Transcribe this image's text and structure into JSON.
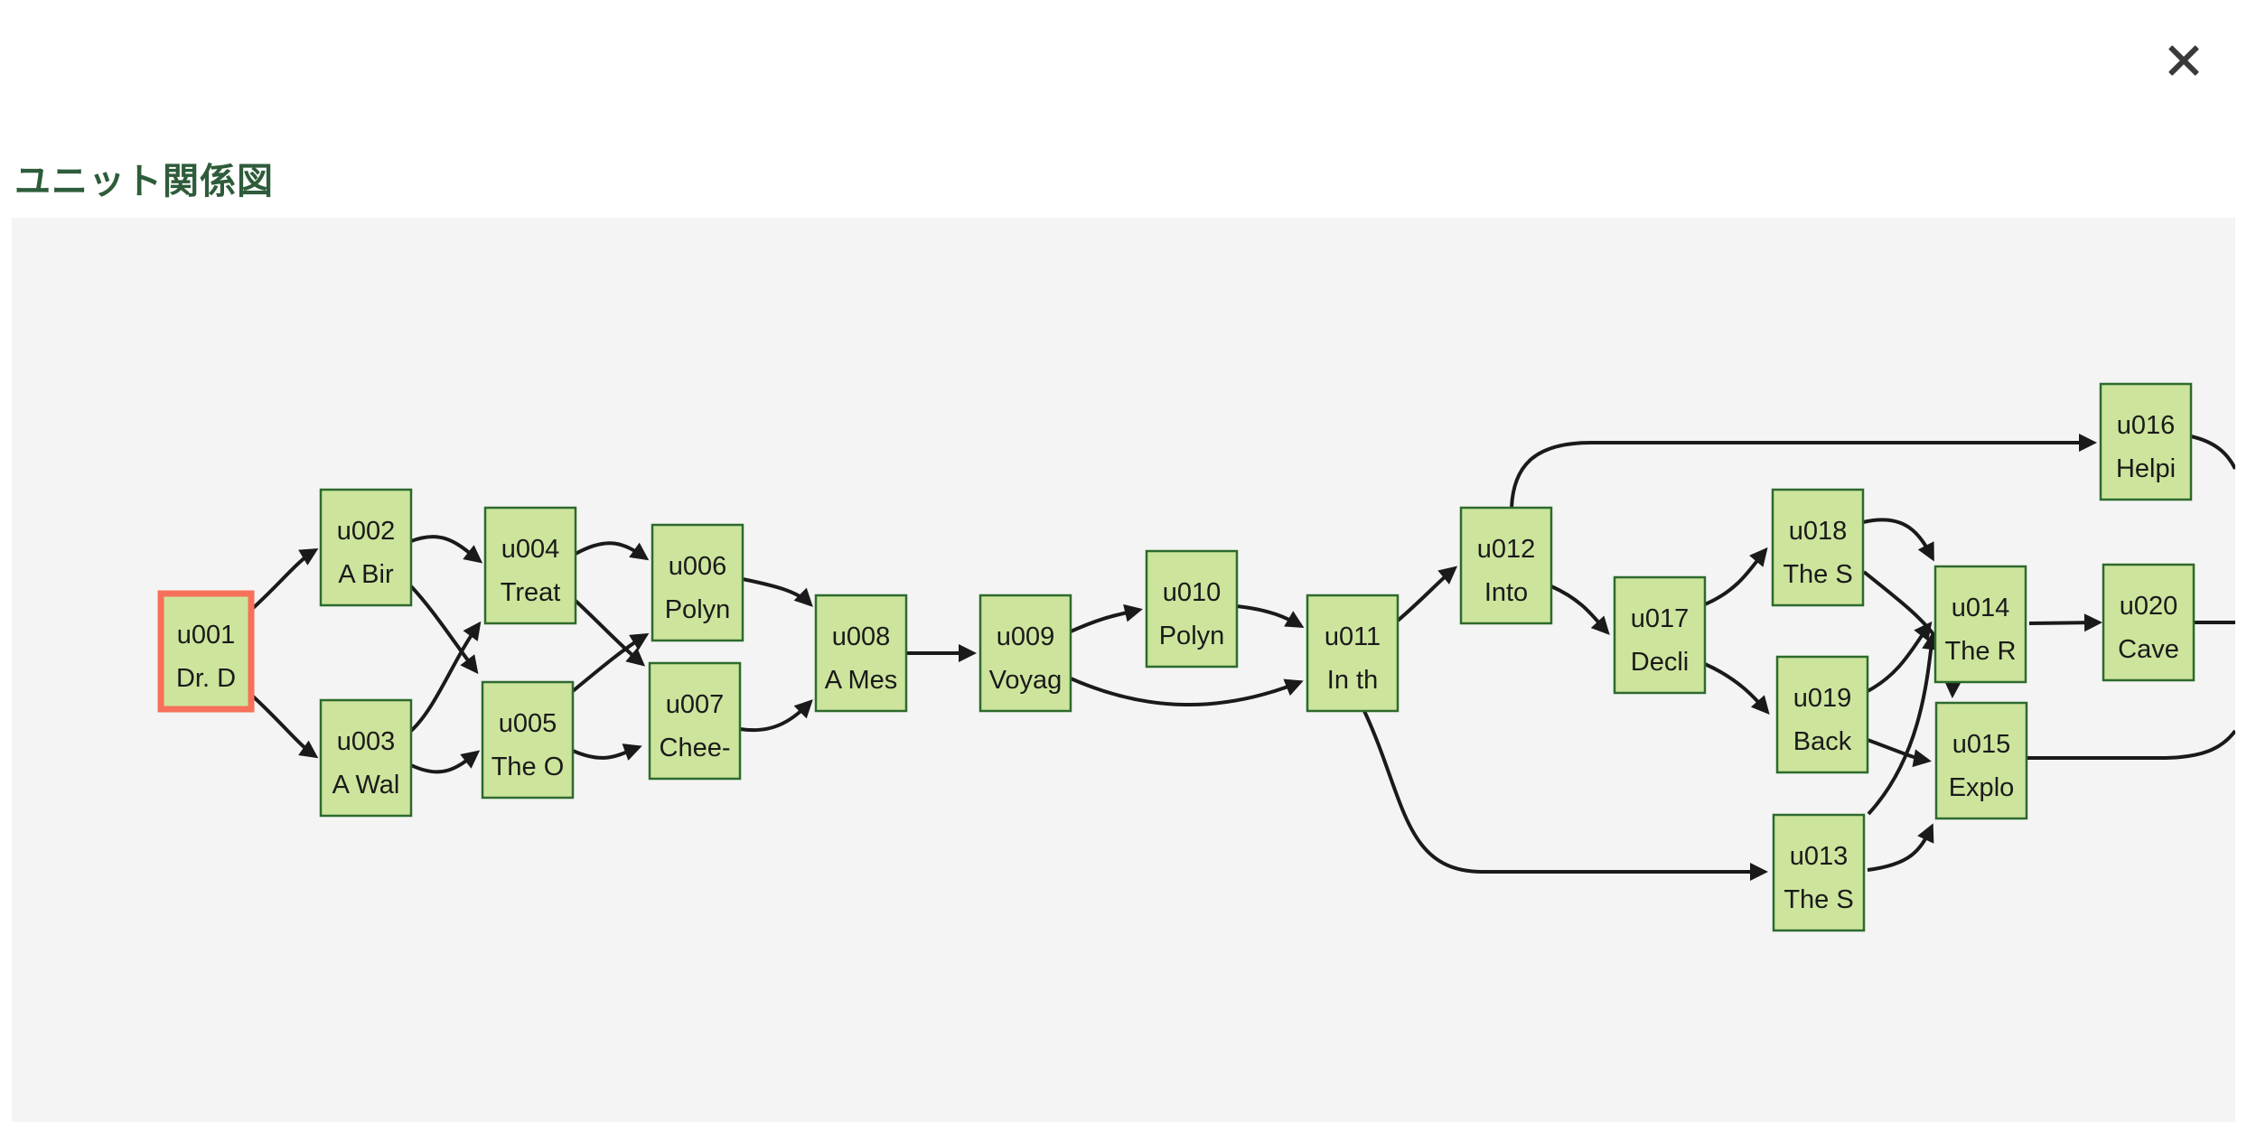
{
  "modal": {
    "title": "ユニット関係図"
  },
  "icons": {
    "close": "close-x"
  },
  "diagram": {
    "nodes": [
      {
        "id": "u001",
        "label": "Dr. D",
        "selected": true
      },
      {
        "id": "u002",
        "label": "A Bir",
        "selected": false
      },
      {
        "id": "u003",
        "label": "A Wal",
        "selected": false
      },
      {
        "id": "u004",
        "label": "Treat",
        "selected": false
      },
      {
        "id": "u005",
        "label": "The O",
        "selected": false
      },
      {
        "id": "u006",
        "label": "Polyn",
        "selected": false
      },
      {
        "id": "u007",
        "label": "Chee-",
        "selected": false
      },
      {
        "id": "u008",
        "label": "A Mes",
        "selected": false
      },
      {
        "id": "u009",
        "label": "Voyag",
        "selected": false
      },
      {
        "id": "u010",
        "label": "Polyn",
        "selected": false
      },
      {
        "id": "u011",
        "label": "In th",
        "selected": false
      },
      {
        "id": "u012",
        "label": "Into",
        "selected": false
      },
      {
        "id": "u013",
        "label": "The S",
        "selected": false
      },
      {
        "id": "u014",
        "label": "The R",
        "selected": false
      },
      {
        "id": "u015",
        "label": "Explo",
        "selected": false
      },
      {
        "id": "u016",
        "label": "Helpi",
        "selected": false
      },
      {
        "id": "u017",
        "label": "Decli",
        "selected": false
      },
      {
        "id": "u018",
        "label": "The S",
        "selected": false
      },
      {
        "id": "u019",
        "label": "Back",
        "selected": false
      },
      {
        "id": "u020",
        "label": "Cave",
        "selected": false
      }
    ],
    "edges": [
      [
        "u001",
        "u002"
      ],
      [
        "u001",
        "u003"
      ],
      [
        "u002",
        "u004"
      ],
      [
        "u002",
        "u005"
      ],
      [
        "u003",
        "u004"
      ],
      [
        "u003",
        "u005"
      ],
      [
        "u004",
        "u006"
      ],
      [
        "u004",
        "u007"
      ],
      [
        "u005",
        "u006"
      ],
      [
        "u005",
        "u007"
      ],
      [
        "u006",
        "u008"
      ],
      [
        "u007",
        "u008"
      ],
      [
        "u008",
        "u009"
      ],
      [
        "u009",
        "u010"
      ],
      [
        "u009",
        "u011"
      ],
      [
        "u010",
        "u011"
      ],
      [
        "u011",
        "u012"
      ],
      [
        "u011",
        "u013"
      ],
      [
        "u012",
        "u016"
      ],
      [
        "u012",
        "u017"
      ],
      [
        "u017",
        "u018"
      ],
      [
        "u017",
        "u019"
      ],
      [
        "u018",
        "u014"
      ],
      [
        "u018",
        "u015"
      ],
      [
        "u019",
        "u014"
      ],
      [
        "u019",
        "u015"
      ],
      [
        "u013",
        "u014"
      ],
      [
        "u013",
        "u015"
      ],
      [
        "u014",
        "u020"
      ]
    ],
    "clipped_outgoing": [
      "u016",
      "u020",
      "u015"
    ],
    "colors": {
      "node_fill": "#cde49c",
      "node_border": "#2d6a2d",
      "selected_border": "#f7705a",
      "edge": "#1a1a1a",
      "text": "#1a1a1a",
      "panel_bg": "#f4f4f4",
      "title": "#2e5c3a",
      "close": "#3a3a3a"
    }
  }
}
